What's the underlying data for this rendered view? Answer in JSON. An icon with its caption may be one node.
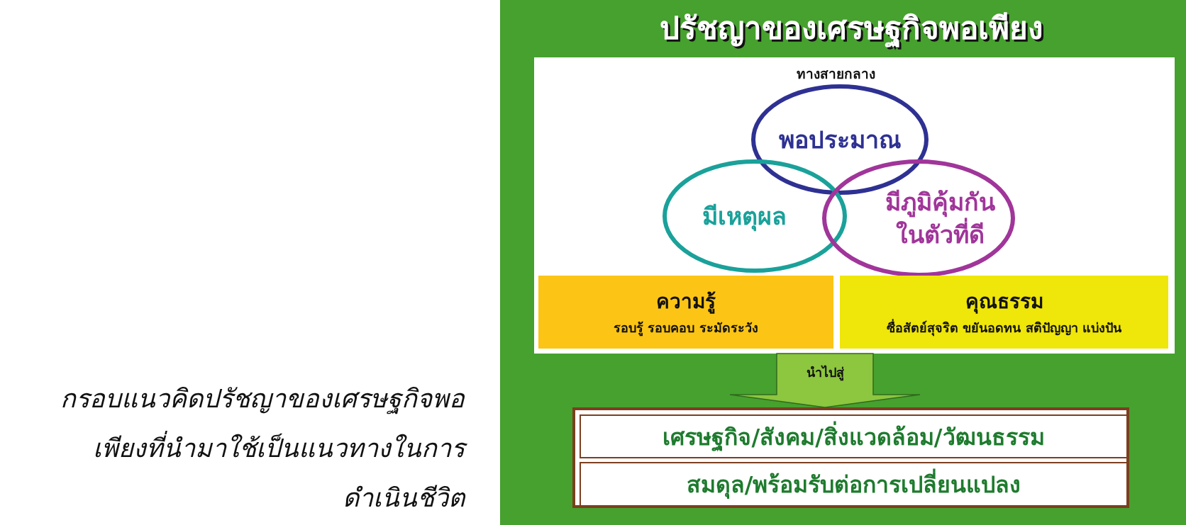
{
  "diagram": {
    "title": "ปรัชญาของเศรษฐกิจพอเพียง",
    "caption": "กรอบแนวคิดปรัชญาของเศรษฐกิจพอเพียงที่นำมาใช้เป็นแนวทางในการดำเนินชีวิต",
    "nodes": [
      {
        "text": [
          "ทางสายกลาง"
        ]
      },
      {
        "text": [
          "พอประมาณ"
        ],
        "in": 0
      },
      {
        "text": [
          "มีเหตุผล"
        ],
        "in": 0
      },
      {
        "text": [
          "มีภูมิคุ้มกันในตัวที่ดี"
        ],
        "in": 0
      },
      {
        "text": [
          "ความรู้",
          "รอบรู้ รอบคอบ ระมัดระวัง"
        ],
        "in": 0
      },
      {
        "text": [
          "คุณธรรม",
          "ซื่อสัตย์สุจริต ขยันอดทน สติปัญญา แบ่งปัน"
        ],
        "in": 0
      },
      {
        "text": [],
        "shape": "box"
      },
      {
        "text": [
          "เศรษฐกิจ/สังคม/สิ่งแวดล้อม/วัฒนธรรม"
        ],
        "in": 6
      },
      {
        "text": [
          "สมดุล/พร้อมรับต่อการเปลี่ยนแปลง"
        ],
        "in": 6
      }
    ],
    "edges": [
      {
        "from": 0,
        "to": 6,
        "arrow": "to",
        "label": "นำไปสู่"
      }
    ]
  }
}
